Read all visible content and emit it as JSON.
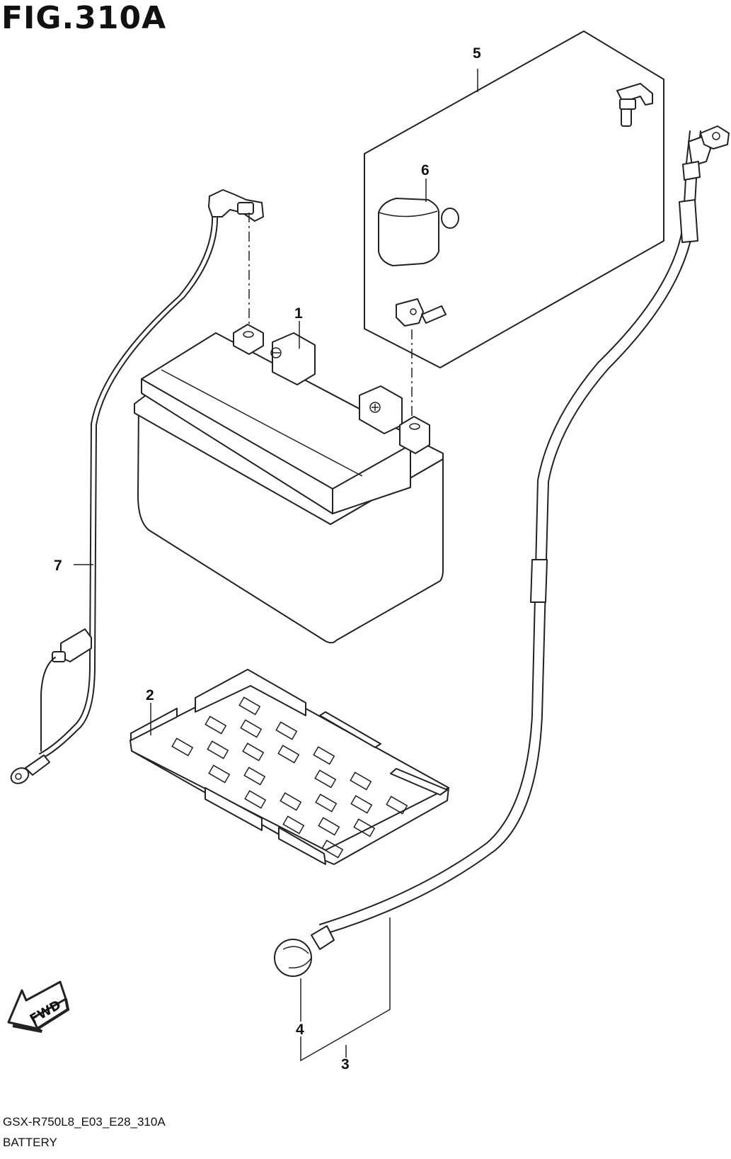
{
  "figure": {
    "title": "FIG.310A",
    "model_code": "GSX-R750L8_E03_E28_310A",
    "caption": "BATTERY"
  },
  "callouts": {
    "c1": "1",
    "c2": "2",
    "c3": "3",
    "c4": "4",
    "c5": "5",
    "c6": "6",
    "c7": "7"
  },
  "direction_marker": {
    "label": "FWD",
    "icon": "arrow-left-down-icon"
  }
}
